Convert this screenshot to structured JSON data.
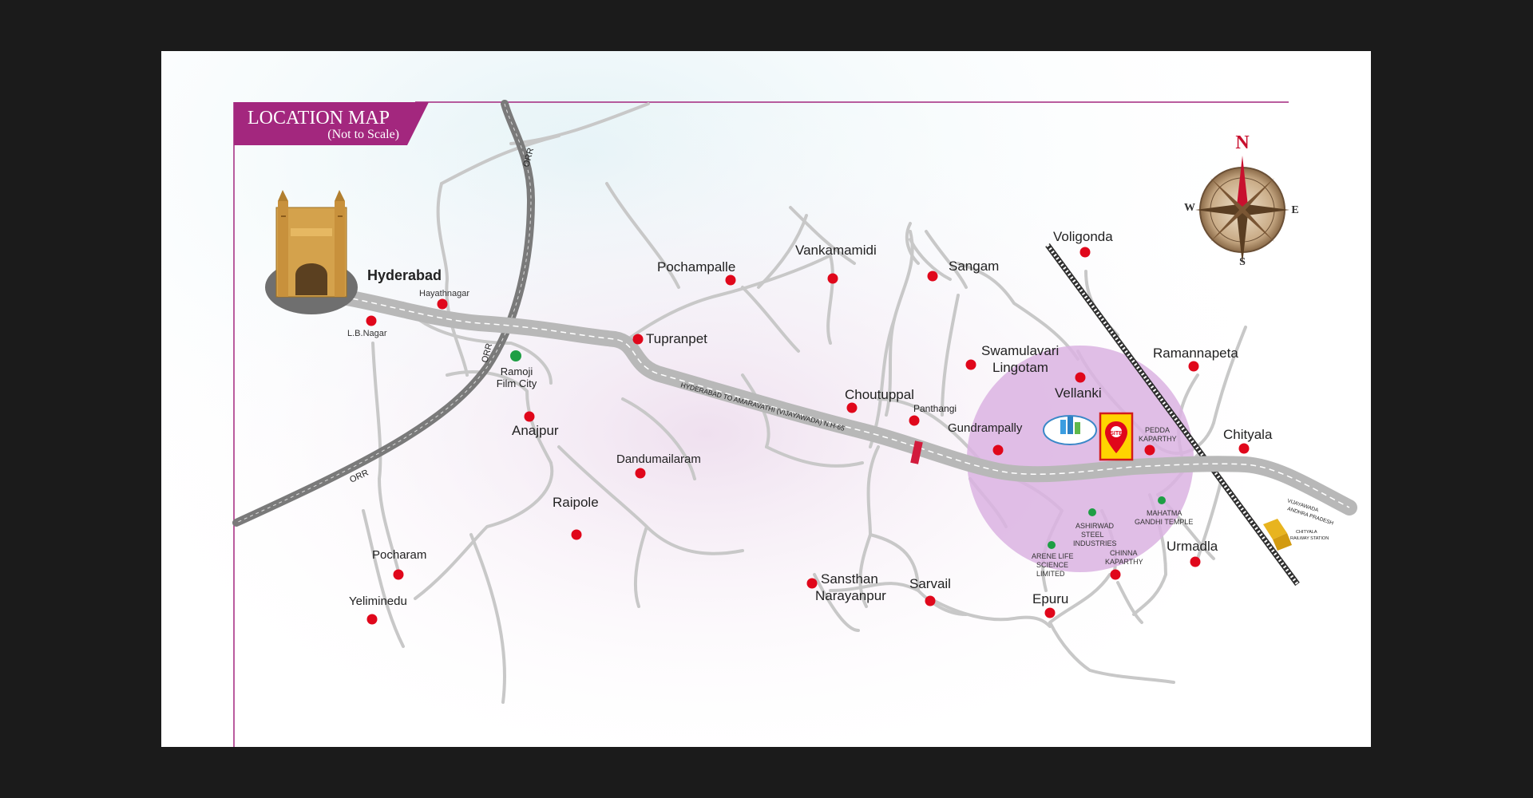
{
  "header": {
    "title": "LOCATION MAP",
    "subtitle": "(Not to Scale)"
  },
  "compass": {
    "n": "N",
    "s": "S",
    "e": "E",
    "w": "W"
  },
  "roads": {
    "orr_label": "ORR",
    "highway_label": "HYDERABAD TO AMARAVATHI (VIJAYAWADA) N.H-65",
    "end_label_1": "VIJAYAWADA",
    "end_label_2": "ANDHRA PRADESH"
  },
  "places": {
    "hyderabad": "Hyderabad",
    "hayathnagar": "Hayathnagar",
    "lb_nagar": "L.B.Nagar",
    "ramoji_1": "Ramoji",
    "ramoji_2": "Film City",
    "anajpur": "Anajpur",
    "pochampalle": "Pochampalle",
    "vankamamidi": "Vankamamidi",
    "sangam": "Sangam",
    "voligonda": "Voligonda",
    "tupranpet": "Tupranpet",
    "swamulavari_1": "Swamulavari",
    "swamulavari_2": "Lingotam",
    "ramannapeta": "Ramannapeta",
    "vellanki": "Vellanki",
    "choutuppal": "Choutuppal",
    "panthangi": "Panthangi",
    "gundrampally": "Gundrampally",
    "pedda_1": "PEDDA",
    "pedda_2": "KAPARTHY",
    "chityala": "Chityala",
    "dandumailaram": "Dandumailaram",
    "raipole": "Raipole",
    "pocharam": "Pocharam",
    "yeliminedu": "Yeliminedu",
    "sansthan_1": "Sansthan",
    "sansthan_2": "Narayanpur",
    "sarvail": "Sarvail",
    "epuru": "Epuru",
    "urmadla": "Urmadla",
    "chinna_1": "CHINNA",
    "chinna_2": "KAPARTHY",
    "ashirwad_1": "ASHIRWAD",
    "ashirwad_2": "STEEL",
    "ashirwad_3": "INDUSTRIES",
    "mahatma_1": "MAHATMA",
    "mahatma_2": "GANDHI TEMPLE",
    "arene_1": "ARENE LIFE",
    "arene_2": "SCIENCE",
    "arene_3": "LIMITED",
    "railway_1": "CHITYALA",
    "railway_2": "RAILWAY STATION"
  },
  "site_label": "SITE",
  "colors": {
    "accent": "#a3277e",
    "pin": "#e0071b",
    "landmark": "#1e9e44",
    "zone": "#dbb3e2",
    "site_box": "#ffd400"
  }
}
